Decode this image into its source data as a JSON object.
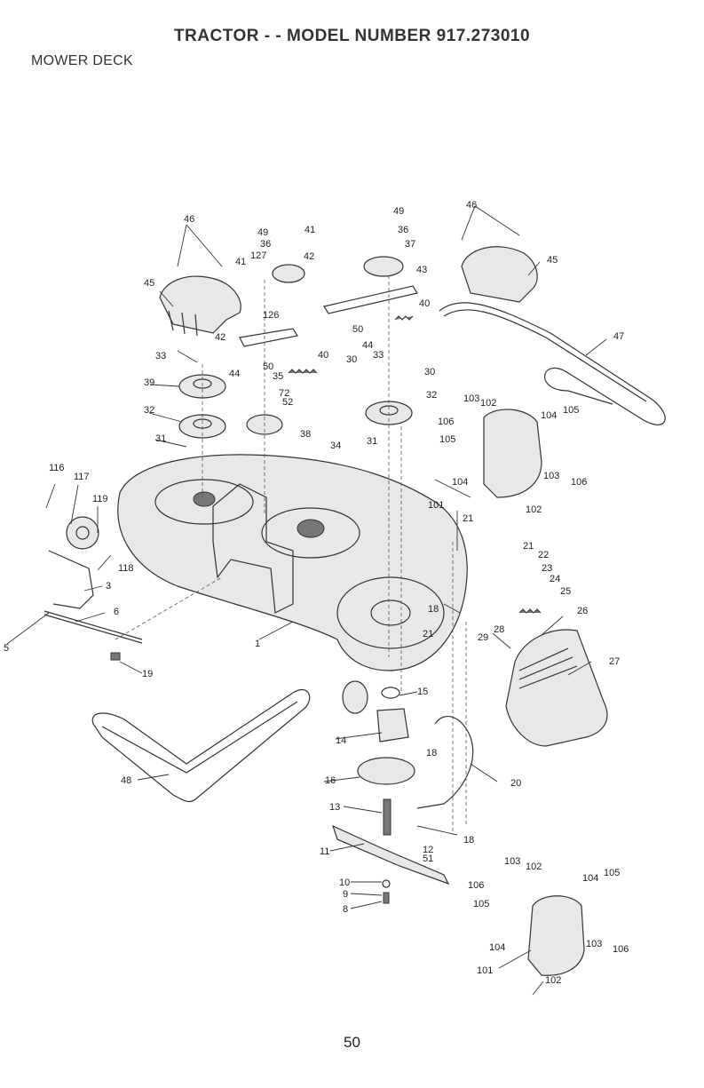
{
  "header": {
    "title": "TRACTOR - - MODEL NUMBER 917.273010",
    "section": "MOWER DECK"
  },
  "footer": {
    "page_number": "50"
  },
  "callouts": [
    {
      "id": "c46a",
      "text": "46"
    },
    {
      "id": "c49a",
      "text": "49"
    },
    {
      "id": "c41a",
      "text": "41"
    },
    {
      "id": "c49b",
      "text": "49"
    },
    {
      "id": "c46b",
      "text": "46"
    },
    {
      "id": "c36a",
      "text": "36"
    },
    {
      "id": "c36b",
      "text": "36"
    },
    {
      "id": "c127",
      "text": "127"
    },
    {
      "id": "c42a",
      "text": "42"
    },
    {
      "id": "c37",
      "text": "37"
    },
    {
      "id": "c41b",
      "text": "41"
    },
    {
      "id": "c45a",
      "text": "45"
    },
    {
      "id": "c45b",
      "text": "45"
    },
    {
      "id": "c43",
      "text": "43"
    },
    {
      "id": "c40a",
      "text": "40"
    },
    {
      "id": "c126",
      "text": "126"
    },
    {
      "id": "c47",
      "text": "47"
    },
    {
      "id": "c42b",
      "text": "42"
    },
    {
      "id": "c50a",
      "text": "50"
    },
    {
      "id": "c44a",
      "text": "44"
    },
    {
      "id": "c33a",
      "text": "33"
    },
    {
      "id": "c40b",
      "text": "40"
    },
    {
      "id": "c30a",
      "text": "30"
    },
    {
      "id": "c33b",
      "text": "33"
    },
    {
      "id": "c30b",
      "text": "30"
    },
    {
      "id": "c44b",
      "text": "44"
    },
    {
      "id": "c50b",
      "text": "50"
    },
    {
      "id": "c35",
      "text": "35"
    },
    {
      "id": "c39",
      "text": "39"
    },
    {
      "id": "c72",
      "text": "72"
    },
    {
      "id": "c52",
      "text": "52"
    },
    {
      "id": "c32a",
      "text": "32"
    },
    {
      "id": "c103a",
      "text": "103"
    },
    {
      "id": "c102a",
      "text": "102"
    },
    {
      "id": "c32b",
      "text": "32"
    },
    {
      "id": "c106a",
      "text": "106"
    },
    {
      "id": "c104a",
      "text": "104"
    },
    {
      "id": "c105a",
      "text": "105"
    },
    {
      "id": "c105b",
      "text": "105"
    },
    {
      "id": "c38",
      "text": "38"
    },
    {
      "id": "c31a",
      "text": "31"
    },
    {
      "id": "c34",
      "text": "34"
    },
    {
      "id": "c31b",
      "text": "31"
    },
    {
      "id": "c116",
      "text": "116"
    },
    {
      "id": "c117",
      "text": "117"
    },
    {
      "id": "c103b",
      "text": "103"
    },
    {
      "id": "c106b",
      "text": "106"
    },
    {
      "id": "c104b",
      "text": "104"
    },
    {
      "id": "c119",
      "text": "119"
    },
    {
      "id": "c101a",
      "text": "101"
    },
    {
      "id": "c102b",
      "text": "102"
    },
    {
      "id": "c21a",
      "text": "21"
    },
    {
      "id": "c21b",
      "text": "21"
    },
    {
      "id": "c22",
      "text": "22"
    },
    {
      "id": "c118",
      "text": "118"
    },
    {
      "id": "c23",
      "text": "23"
    },
    {
      "id": "c3",
      "text": "3"
    },
    {
      "id": "c24",
      "text": "24"
    },
    {
      "id": "c25",
      "text": "25"
    },
    {
      "id": "c6",
      "text": "6"
    },
    {
      "id": "c18a",
      "text": "18"
    },
    {
      "id": "c26",
      "text": "26"
    },
    {
      "id": "c5",
      "text": "5"
    },
    {
      "id": "c1",
      "text": "1"
    },
    {
      "id": "c28",
      "text": "28"
    },
    {
      "id": "c21c",
      "text": "21"
    },
    {
      "id": "c29",
      "text": "29"
    },
    {
      "id": "c27",
      "text": "27"
    },
    {
      "id": "c19",
      "text": "19"
    },
    {
      "id": "c15",
      "text": "15"
    },
    {
      "id": "c14",
      "text": "14"
    },
    {
      "id": "c18b",
      "text": "18"
    },
    {
      "id": "c48",
      "text": "48"
    },
    {
      "id": "c16",
      "text": "16"
    },
    {
      "id": "c20",
      "text": "20"
    },
    {
      "id": "c13",
      "text": "13"
    },
    {
      "id": "c18c",
      "text": "18"
    },
    {
      "id": "c12",
      "text": "12"
    },
    {
      "id": "c11",
      "text": "11"
    },
    {
      "id": "c51",
      "text": "51"
    },
    {
      "id": "c103c",
      "text": "103"
    },
    {
      "id": "c102c",
      "text": "102"
    },
    {
      "id": "c105c",
      "text": "105"
    },
    {
      "id": "c104c",
      "text": "104"
    },
    {
      "id": "c106c",
      "text": "106"
    },
    {
      "id": "c10",
      "text": "10"
    },
    {
      "id": "c9",
      "text": "9"
    },
    {
      "id": "c105d",
      "text": "105"
    },
    {
      "id": "c8",
      "text": "8"
    },
    {
      "id": "c104d",
      "text": "104"
    },
    {
      "id": "c103d",
      "text": "103"
    },
    {
      "id": "c106d",
      "text": "106"
    },
    {
      "id": "c101b",
      "text": "101"
    },
    {
      "id": "c102d",
      "text": "102"
    }
  ]
}
